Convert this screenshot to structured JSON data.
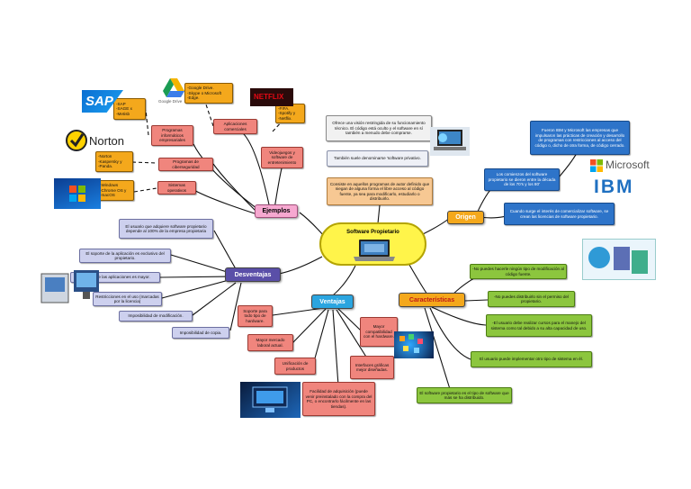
{
  "central": {
    "title": "Software Propietario"
  },
  "categories": {
    "ejemplos": "Ejemplos",
    "desventajas": "Desventajas",
    "ventajas": "Ventajas",
    "caracteristicas": "Características",
    "origen": "Origen"
  },
  "ejemplos": {
    "sap_list": "-SAP\n-SAGE x\n-Metisb",
    "google_list": "-Google Drive.\n-Skype o Microsoft\n-Edge.",
    "aplicaciones": "Aplicaciones comerciales",
    "empresariales": "Programas informáticos empresariales",
    "fifa_list": "-FIFA.\n-Spotify y\n-Netflix.",
    "videojuegos": "Videojuegos y software de entretenimiento",
    "norton_list": "-Norton\n-Kaspersky y\n-Panda.",
    "ciberseguridad": "Programas de ciberseguridad",
    "windows_list": "-Windows\n-Chrome OS y\n-macOS",
    "sistemas": "Sistemas operativos"
  },
  "desventajas": {
    "d1": "El usuario que adquiere software propietario depende al 100% de la empresa propietaria",
    "d2": "El soporte de la aplicación es exclusivo del propietario.",
    "d3": "El coste de las aplicaciones es mayor.",
    "d4": "Restricciones en el uso (marcadas por la licencia)",
    "d5": "Imposibilidad de modificación.",
    "d6": "Imposibilidad de copia."
  },
  "ventajas": {
    "v1": "Soporte para todo tipo de hardware.",
    "v2": "Mayor mercado laboral actual.",
    "v3": "Unificación de productos",
    "v4": "Facilidad de adquisición (puede venir preinstalado con la compra del PC, o encontrarlo fácilmente en las tiendas).",
    "v5": "Mayor compatibilidad con el hardware.",
    "v6": "Interfaces gráficas mejor diseñadas."
  },
  "caracteristicas": {
    "c1": "-No puedes hacerle ningún tipo de modificación al código fuente.",
    "c2": "-No puedes distribuirlo sin el permiso del propietario.",
    "c3": "-El usuario debe realizar cursos para el manejo del sistema como tal debido a su alta capacidad de uso.",
    "c4": "El usuario puede implementar otro tipo de sistema en él.",
    "c5": "El software propietario es el tipo de software que más se ha distribuido."
  },
  "origen": {
    "o1": "Los comienzos del software propietario se dieron entre la década de los 70's y los 80'",
    "o2": "Fueron IBM y Microsoft las empresas que impulsaron las prácticas de creación y desarrollo de programas con restricciones al acceso del código o, dicho de otra forma, de código cerrado.",
    "o3": "Cuando surge el interés de comercializar software, se crean las licencias de software propietario."
  },
  "definicion": {
    "p1": "Ofrece una visión restringida de su funcionamiento técnico. El código está oculto y el software en sí también a menudo debe comprarse.",
    "p2": "También suele denominarse 'software privativo.",
    "p3": "Consiste en aquellos programas de autor definido que niegan de alguna forma el libre acceso al código fuente, ya sea para modificarlo, estudiarlo o distribuirlo."
  },
  "logos": {
    "sap": "SAP",
    "google_drive": "Google Drive",
    "netflix": "NETFLIX",
    "norton": "Norton",
    "microsoft": "Microsoft",
    "ibm": "IBM"
  },
  "colors": {
    "yellow": "#fff44a",
    "orange": "#f4a81c",
    "salmon": "#f0857d",
    "green": "#8cc63e",
    "blue": "#2e74c9",
    "pink": "#f6a8d0",
    "purple": "#5a4fa8",
    "cyan": "#2ba5e0"
  }
}
